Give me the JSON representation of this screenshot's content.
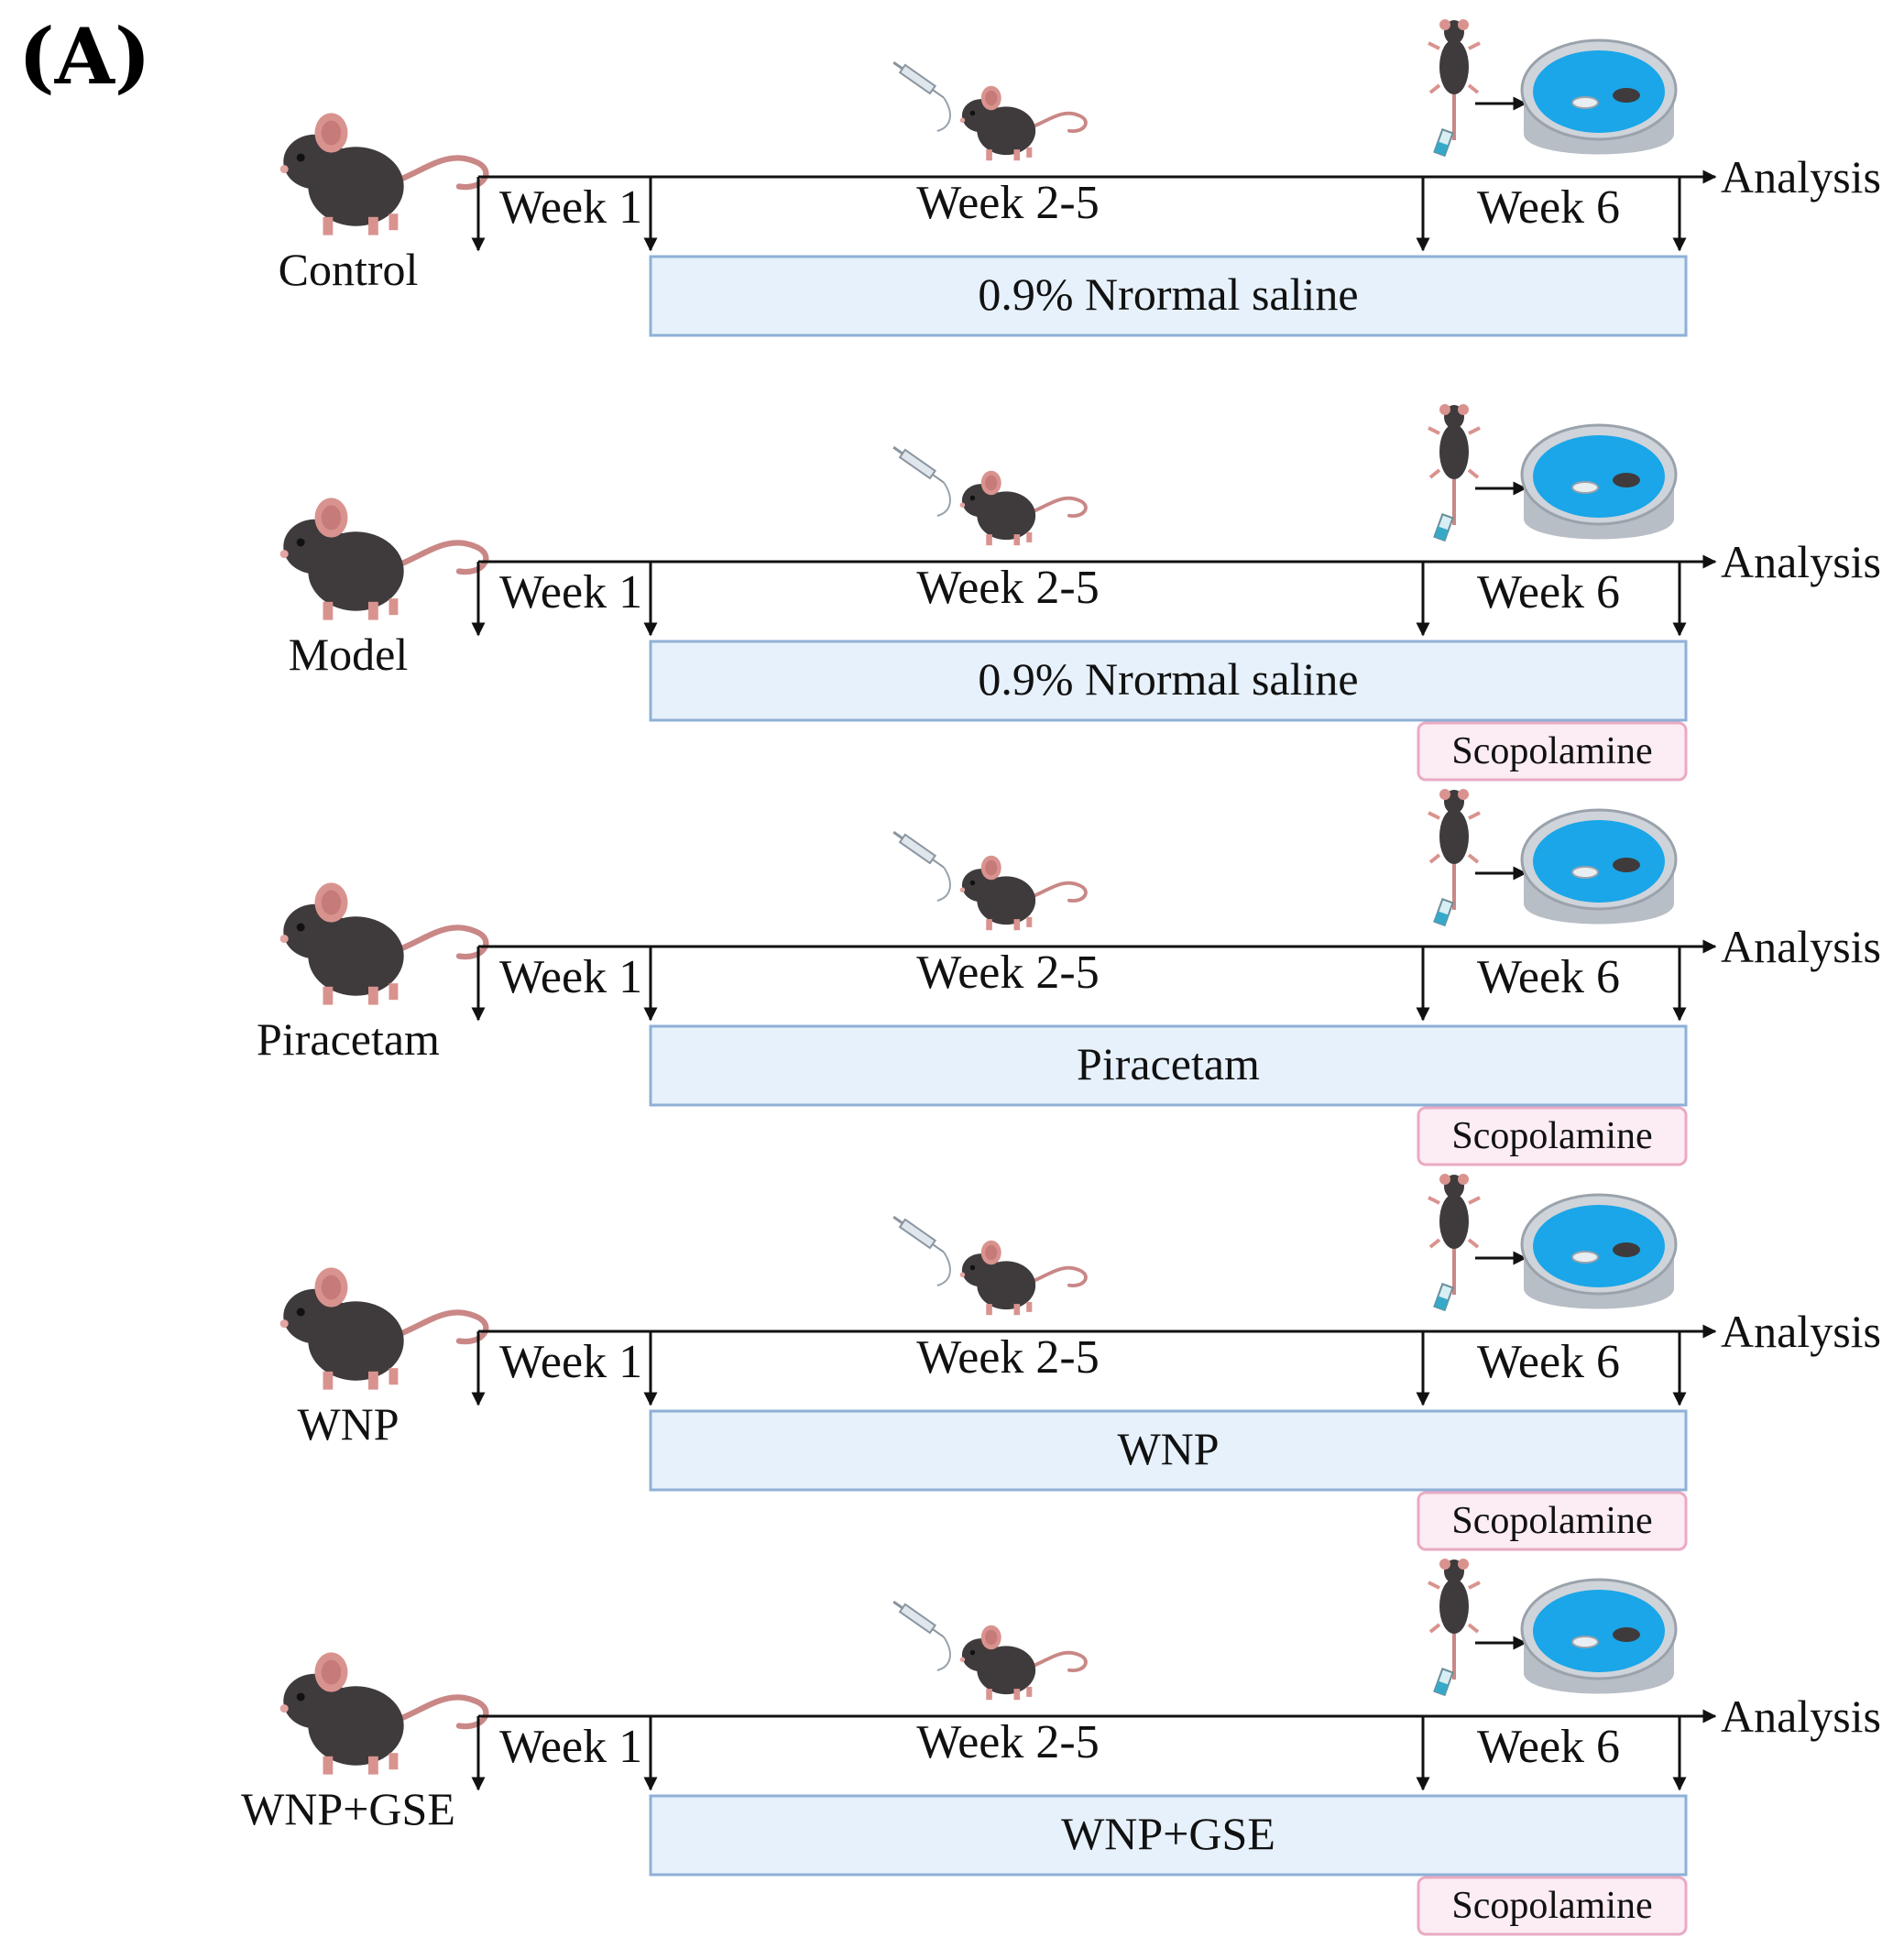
{
  "panel_label": "(A)",
  "colors": {
    "axis": "#111111",
    "treatment_fill": "#e6f1fb",
    "treatment_stroke": "#8fb0d6",
    "scopolamine_fill": "#fcecf3",
    "scopolamine_stroke": "#e9aac4",
    "mouse_body": "#3f3b3c",
    "mouse_ear": "#d9938f",
    "mouse_tail": "#c98786",
    "water_tank_fill": "#1aa6e8",
    "tank_rim": "#b8bec6"
  },
  "rows": [
    {
      "group": "Control",
      "week_1": "Week 1",
      "week_2_5": "Week 2-5",
      "week_6": "Week 6",
      "analysis": "Analysis",
      "treatment": "0.9% Nrormal saline",
      "scopolamine": "",
      "icons": [
        "mouse-icon",
        "syringe-icon",
        "injected-mouse-icon",
        "gavage-mouse-icon",
        "water-maze-icon"
      ]
    },
    {
      "group": "Model",
      "week_1": "Week 1",
      "week_2_5": "Week 2-5",
      "week_6": "Week 6",
      "analysis": "Analysis",
      "treatment": "0.9% Nrormal saline",
      "scopolamine": "Scopolamine",
      "icons": [
        "mouse-icon",
        "syringe-icon",
        "injected-mouse-icon",
        "gavage-mouse-icon",
        "water-maze-icon"
      ]
    },
    {
      "group": "Piracetam",
      "week_1": "Week 1",
      "week_2_5": "Week 2-5",
      "week_6": "Week 6",
      "analysis": "Analysis",
      "treatment": "Piracetam",
      "scopolamine": "Scopolamine",
      "icons": [
        "mouse-icon",
        "syringe-icon",
        "injected-mouse-icon",
        "gavage-mouse-icon",
        "water-maze-icon"
      ]
    },
    {
      "group": "WNP",
      "week_1": "Week 1",
      "week_2_5": "Week 2-5",
      "week_6": "Week 6",
      "analysis": "Analysis",
      "treatment": "WNP",
      "scopolamine": "Scopolamine",
      "icons": [
        "mouse-icon",
        "syringe-icon",
        "injected-mouse-icon",
        "gavage-mouse-icon",
        "water-maze-icon"
      ]
    },
    {
      "group": "WNP+GSE",
      "week_1": "Week 1",
      "week_2_5": "Week 2-5",
      "week_6": "Week 6",
      "analysis": "Analysis",
      "treatment": "WNP+GSE",
      "scopolamine": "Scopolamine",
      "icons": [
        "mouse-icon",
        "syringe-icon",
        "injected-mouse-icon",
        "gavage-mouse-icon",
        "water-maze-icon"
      ]
    }
  ]
}
